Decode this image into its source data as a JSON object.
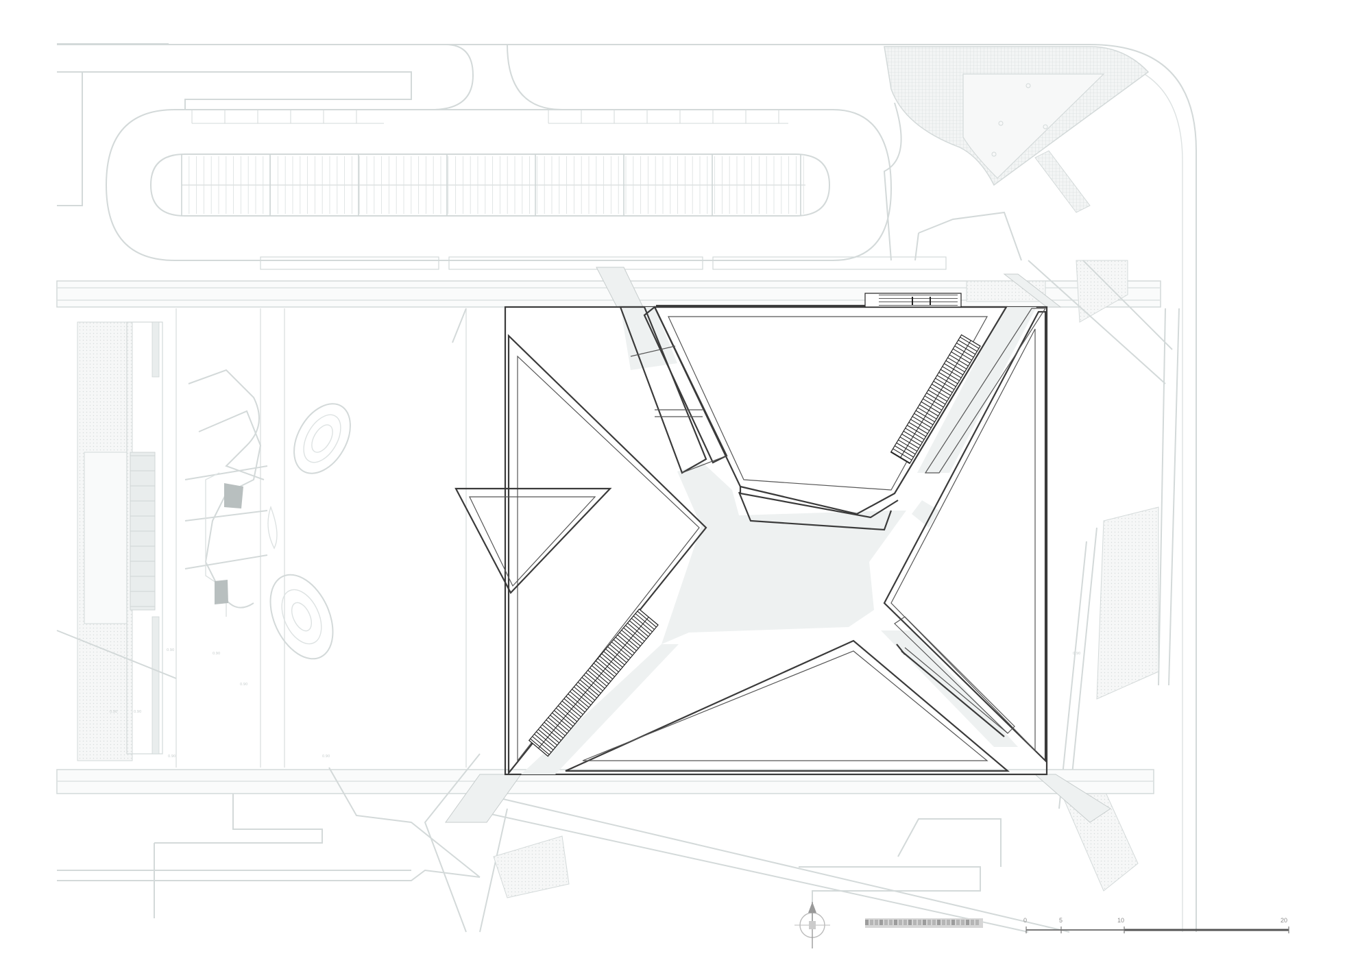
{
  "drawing": {
    "colors": {
      "context_line": "#d3d9d9",
      "building_line": "#3a3a3a",
      "plaza_fill": "#eef1f1",
      "dotted_fill": "#f0f2f2",
      "stair": "#2a2a2a"
    },
    "dimension_labels": [
      "0.90",
      "0.90",
      "0.90",
      "0.90",
      "0.90",
      "0.90",
      "0.90",
      "0.90"
    ],
    "title_block": {
      "north_arrow": "north-arrow-icon",
      "title": "",
      "scale": {
        "ticks": [
          "0",
          "5",
          "10",
          "20"
        ],
        "end_label": ""
      }
    }
  }
}
